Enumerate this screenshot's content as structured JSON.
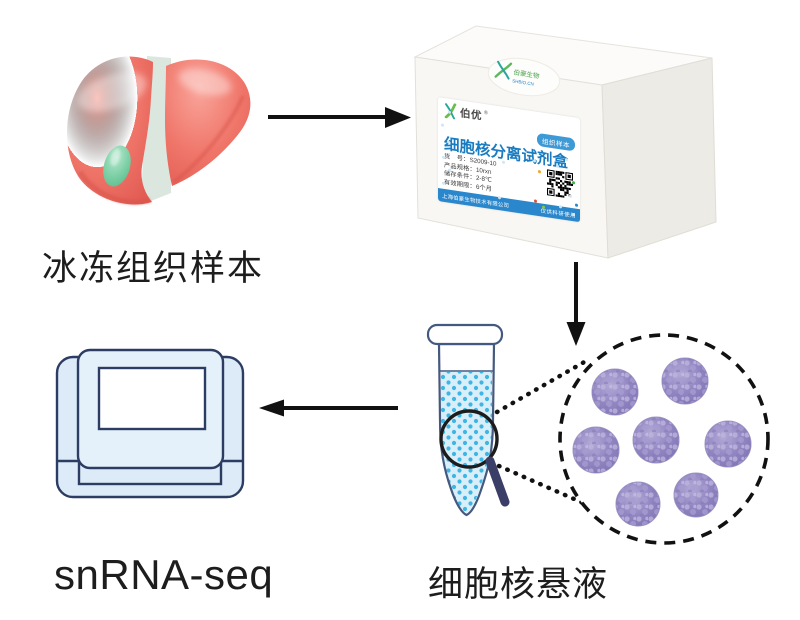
{
  "diagram_title": "snRNA-seq nuclei isolation workflow",
  "labels": {
    "frozen_tissue_sample": "冰冻组织样本",
    "snrna_seq": "snRNA-seq",
    "nuclei_suspension": "细胞核悬液"
  },
  "kit_box": {
    "top_sticker": {
      "brand": "伯豪生物",
      "url": "SHBIO.CN"
    },
    "label": {
      "brand": "伯优",
      "registered_mark": "®",
      "badge": "组织样本",
      "title": "细胞核分离试剂盒",
      "fields": [
        {
          "name": "货　号：",
          "value": "S2009-10"
        },
        {
          "name": "产品规格：",
          "value": "10rxn"
        },
        {
          "name": "储存条件：",
          "value": "2-8℃"
        },
        {
          "name": "有效期限：",
          "value": "6个月"
        }
      ],
      "company": "上海伯豪生物技术有限公司",
      "note": "仅供科研使用"
    }
  },
  "illustrations": {
    "liver": {
      "main_color": "#f07468",
      "highlight": "#f9a59c",
      "gallbladder": "#7ccfa5"
    },
    "tube": {
      "liquid": "#d8eef8",
      "dots": "#3db6e4",
      "outline": "#44597f"
    },
    "magnifier": {
      "ring": "#1c1c1c",
      "handle": "#3b3e66"
    },
    "nuclei": {
      "count": 7,
      "base_color": "#9286c2",
      "speckle": "#b3aad6"
    },
    "sequencer": {
      "body": "#dcebf7",
      "panel": "#e4f1fa",
      "outline": "#2c3c62",
      "screen": "#ffffff"
    },
    "arrows": {
      "color": "#111111",
      "count": 3
    },
    "kit_label_accent": "#2b87cc"
  }
}
